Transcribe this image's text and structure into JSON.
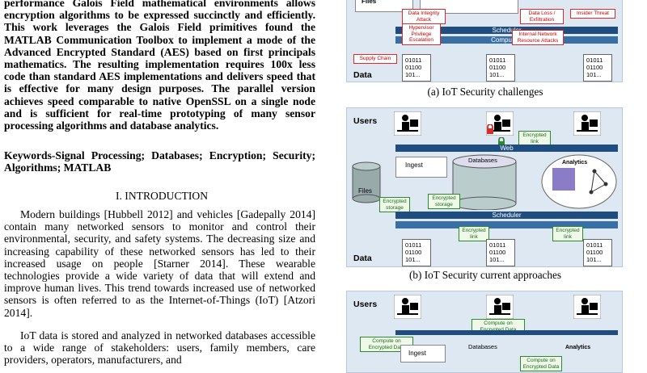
{
  "abstract_text": "performance Galois Field mathematical environments allows encryption algorithms to be expressed succinctly and efficiently. This work leverages the Galois Field primitives found the MATLAB Communication Toolbox to implement a mode of the Advanced Encrypted Standard (AES) based on first principals mathematics. The resulting implementation requires 100x less code than standard AES implementations and delivers speed that is effective for many design purposes. The parallel version achieves speed comparable to native OpenSSL on a single node and is sufficient for real-time prototyping of many sensor processing algorithms and database analytics.",
  "keywords_text": "Keywords-Signal Processing; Databases; Encryption; Security; Algorithms; MATLAB",
  "section_heading": "I.    INTRODUCTION",
  "para1": "Modern buildings [Hubbell 2012] and vehicles [Gadepally 2014] contain many networked sensors to monitor and control their environmental, security, and safety systems. The decreasing size and increasing capability of these networked sensors has led to their increased usage on people [Starner 2014]. These wearable technologies provide a wide variety of data that will extend and improve human lives. This trend towards increased use of networked sensors is often referred to as the Internet-of-Things (IoT) [Atzori 2014].",
  "para2": "IoT data is stored and analyzed in networked databases accessible to a wide range of stakeholders: users, family members, care providers, operators, manufacturers, and",
  "figure": {
    "caption_a": "(a) IoT Security challenges",
    "caption_b": "(b) IoT Security current approaches",
    "labels": {
      "files": "Files",
      "data": "Data",
      "users": "Users",
      "web": "Web",
      "ingest": "Ingest",
      "databases": "Databases",
      "analytics": "Analytics",
      "scheduler": "Scheduler",
      "computing": "Computing",
      "bits": "01011\n01100\n101..."
    },
    "threats": {
      "data_integrity": "Data Integrity\nAttack",
      "data_loss": "Data Loss /\nExfiltration",
      "insider": "Insider Threat",
      "hypervisor": "Hypervisor\nPrivilege\nEscalation",
      "network": "Internal Network\nResource Attacks",
      "supply_chain": "Supply Chain"
    },
    "protections": {
      "encrypted_link": "Encrypted\nlink",
      "encrypted_storage": "Encrypted\nstorage",
      "compute_encrypted": "Compute on\nEncrypted Data"
    }
  },
  "colors": {
    "panel_bg": "#dde8f3",
    "bar": "#1f4d7f",
    "threat": "#d92b2b",
    "protect": "#2b8a2b"
  }
}
